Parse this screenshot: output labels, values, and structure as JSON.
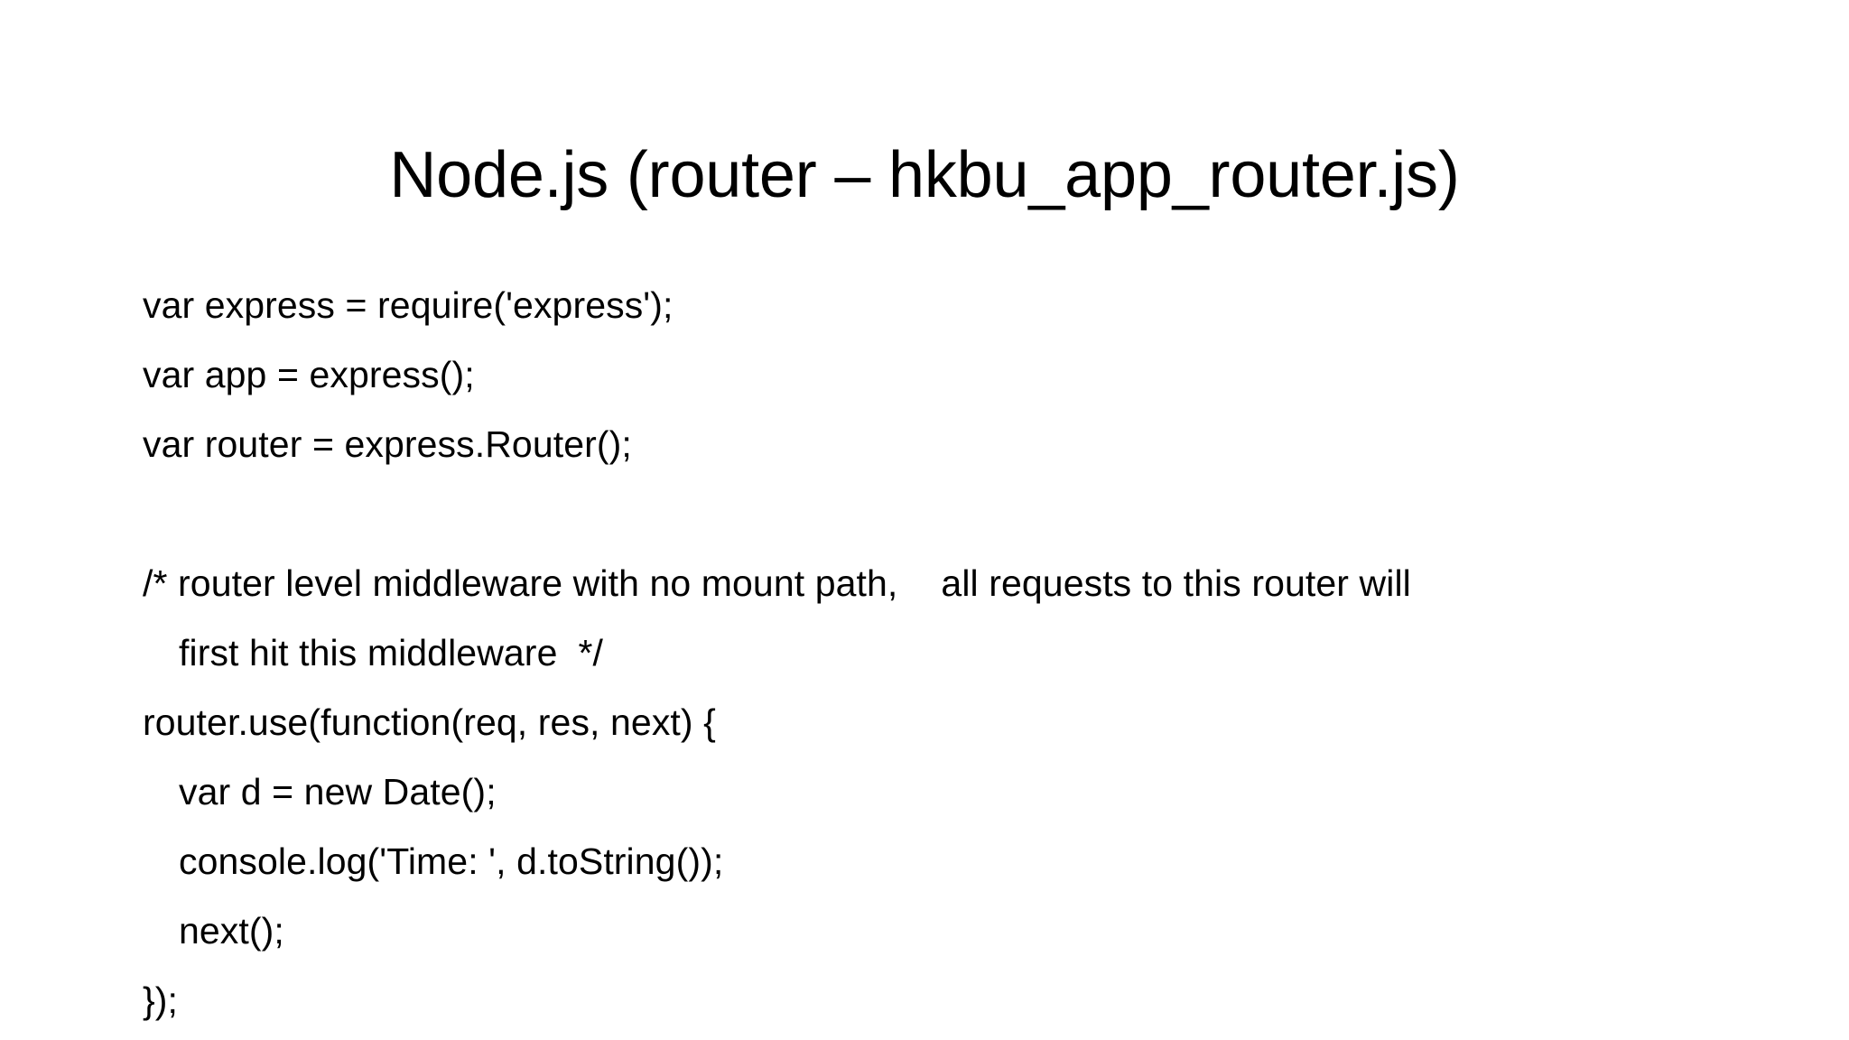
{
  "slide": {
    "title": "Node.js (router – hkbu_app_router.js)",
    "background_color": "#ffffff",
    "text_color": "#000000",
    "body": {
      "lines": [
        {
          "id": "l1",
          "text": "var express = require('express');",
          "indent": 0,
          "blank": false
        },
        {
          "id": "l2",
          "text": "var app = express();",
          "indent": 0,
          "blank": false
        },
        {
          "id": "l3",
          "text": "var router = express.Router();",
          "indent": 0,
          "blank": false
        },
        {
          "id": "l4",
          "text": "",
          "indent": 0,
          "blank": true
        },
        {
          "id": "l5a",
          "text": "/* router level middleware with no mount path,",
          "indent": 0,
          "blank": false
        },
        {
          "id": "l5b",
          "text": "all requests to this router will",
          "indent": 0,
          "blank": false
        },
        {
          "id": "l5c",
          "text": "first hit this middleware  */",
          "indent": 1,
          "blank": false
        },
        {
          "id": "l6",
          "text": "router.use(function(req, res, next) {",
          "indent": 0,
          "blank": false
        },
        {
          "id": "l7",
          "text": "var d = new Date();",
          "indent": 1,
          "blank": false
        },
        {
          "id": "l8",
          "text": "console.log('Time: ', d.toString());",
          "indent": 1,
          "blank": false
        },
        {
          "id": "l9",
          "text": "next();",
          "indent": 1,
          "blank": false
        },
        {
          "id": "l10",
          "text": "});",
          "indent": 0,
          "blank": false
        }
      ]
    }
  }
}
